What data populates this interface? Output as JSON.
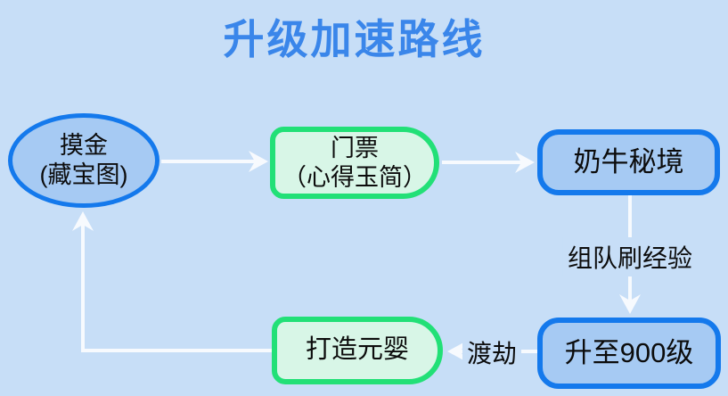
{
  "title": "升级加速路线",
  "nodes": {
    "mojin": {
      "line1": "摸金",
      "line2": "(藏宝图)"
    },
    "menpiao": {
      "line1": "门票",
      "line2": "（心得玉简）"
    },
    "nainiu": {
      "label": "奶牛秘境"
    },
    "sheng900": {
      "label": "升至900级"
    },
    "dazao": {
      "label": "打造元婴"
    }
  },
  "edge_labels": {
    "exp": "组队刷经验",
    "dujie": "渡劫"
  },
  "edges": [
    {
      "from": "摸金(藏宝图)",
      "to": "门票（心得玉简）",
      "label": ""
    },
    {
      "from": "门票（心得玉简）",
      "to": "奶牛秘境",
      "label": ""
    },
    {
      "from": "奶牛秘境",
      "to": "升至900级",
      "label": "组队刷经验"
    },
    {
      "from": "升至900级",
      "to": "打造元婴",
      "label": "渡劫"
    },
    {
      "from": "打造元婴",
      "to": "摸金(藏宝图)",
      "label": ""
    }
  ],
  "colors": {
    "background": "#c7def7",
    "blue_node_fill": "#a6caf3",
    "blue_node_border": "#1479ec",
    "green_node_fill": "#d8f6e7",
    "green_node_border": "#22e077",
    "title_text": "#3a86ea",
    "node_text": "#0c0c0c",
    "arrow": "#f7fafe"
  }
}
